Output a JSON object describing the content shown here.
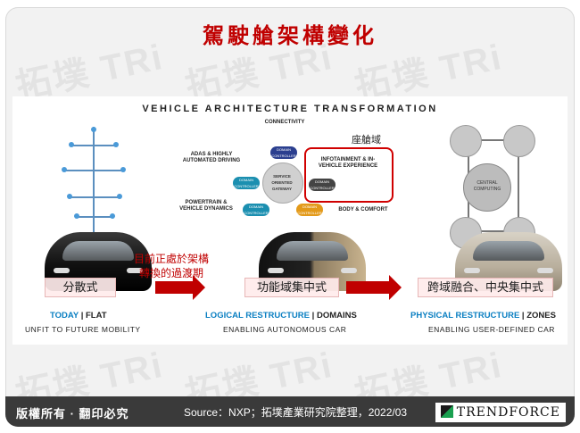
{
  "slide": {
    "title": "駕駛艙架構變化",
    "watermark": "拓墣 TRi"
  },
  "figure": {
    "heading": "VEHICLE ARCHITECTURE TRANSFORMATION",
    "stages": [
      {
        "label": "分散式",
        "caption_blue": "TODAY",
        "caption_dark": "FLAT",
        "sub": "UNFIT TO FUTURE MOBILITY"
      },
      {
        "label": "功能域集中式",
        "caption_blue": "LOGICAL RESTRUCTURE",
        "caption_dark": "DOMAINS",
        "sub": "ENABLING AUTONOMOUS CAR"
      },
      {
        "label": "跨域融合、中央集中式",
        "caption_blue": "PHYSICAL RESTRUCTURE",
        "caption_dark": "ZONES",
        "sub": "ENABLING USER-DEFINED CAR"
      }
    ],
    "transition_note_line1": "目前正處於架構",
    "transition_note_line2": "轉換的過渡期",
    "separator": "|",
    "domain_diagram": {
      "connectivity": "CONNECTIVITY",
      "adas": "ADAS & HIGHLY AUTOMATED DRIVING",
      "powertrain": "POWERTRAIN & VEHICLE DYNAMICS",
      "infotainment": "INFOTAINMENT & IN-VEHICLE EXPERIENCE",
      "body": "BODY & COMFORT",
      "gateway": "SERVICE ORIENTED GATEWAY",
      "domain_controller": "DOMAIN CONTROLLER",
      "cockpit_label": "座艙域"
    },
    "zone_diagram": {
      "central": "CENTRAL COMPUTING"
    }
  },
  "footer": {
    "copyright": "版權所有 · 翻印必究",
    "source": "Source：NXP；拓墣產業研究院整理，2022/03",
    "brand": "TRENDFORCE"
  },
  "colors": {
    "title_red": "#c00000",
    "caption_blue": "#0a7fc2",
    "footer_bg": "#3a3a3a",
    "brand_green": "#1aa050"
  }
}
